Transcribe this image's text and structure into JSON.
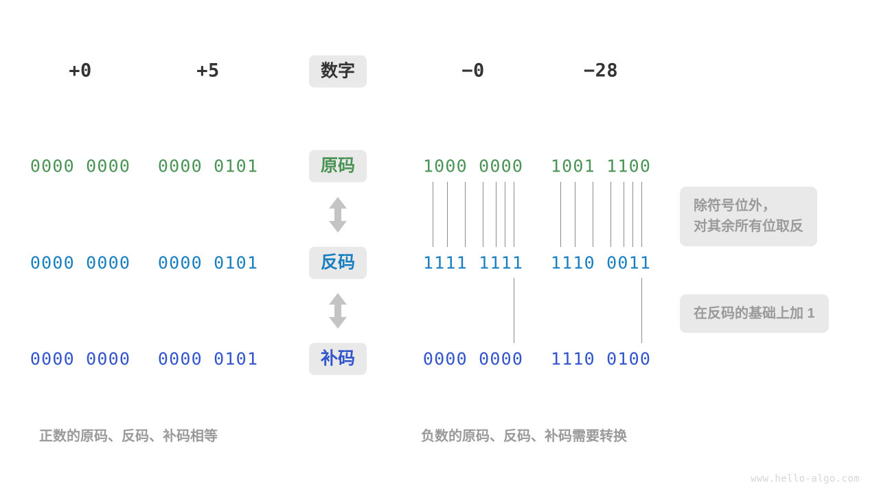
{
  "figure": {
    "title_caption_left": "正数的原码、反码、补码相等",
    "title_caption_right": "负数的原码、反码、补码需要转换",
    "watermark": "www.hello-algo.com"
  },
  "colors": {
    "green": "#4a9456",
    "blue": "#1a7fc1",
    "indigo": "#3355cc",
    "chip_bg": "#e9e9e9",
    "gray_text": "#9a9a9a",
    "line": "#8c8c8c",
    "header_text": "#333333"
  },
  "header": {
    "col_plus_zero": "+0",
    "col_plus_five": "+5",
    "col_label": "数字",
    "col_minus_zero": "−0",
    "col_minus_twentyeight": "−28"
  },
  "rows": [
    {
      "label": "原码",
      "label_color": "#4a9456",
      "values": {
        "plus_zero": "0000 0000",
        "plus_five": "0000 0101",
        "minus_zero": "1000 0000",
        "minus_twentyeight": "1001 1100"
      }
    },
    {
      "label": "反码",
      "label_color": "#1a7fc1",
      "values": {
        "plus_zero": "0000 0000",
        "plus_five": "0000 0101",
        "minus_zero": "1111 1111",
        "minus_twentyeight": "1110 0011"
      }
    },
    {
      "label": "补码",
      "label_color": "#3355cc",
      "values": {
        "plus_zero": "0000 0000",
        "plus_five": "0000 0101",
        "minus_zero": "0000 0000",
        "minus_twentyeight": "1110 0100"
      }
    }
  ],
  "notes": {
    "invert": "除符号位外，\n对其余所有位取反",
    "add_one": "在反码的基础上加 1"
  }
}
